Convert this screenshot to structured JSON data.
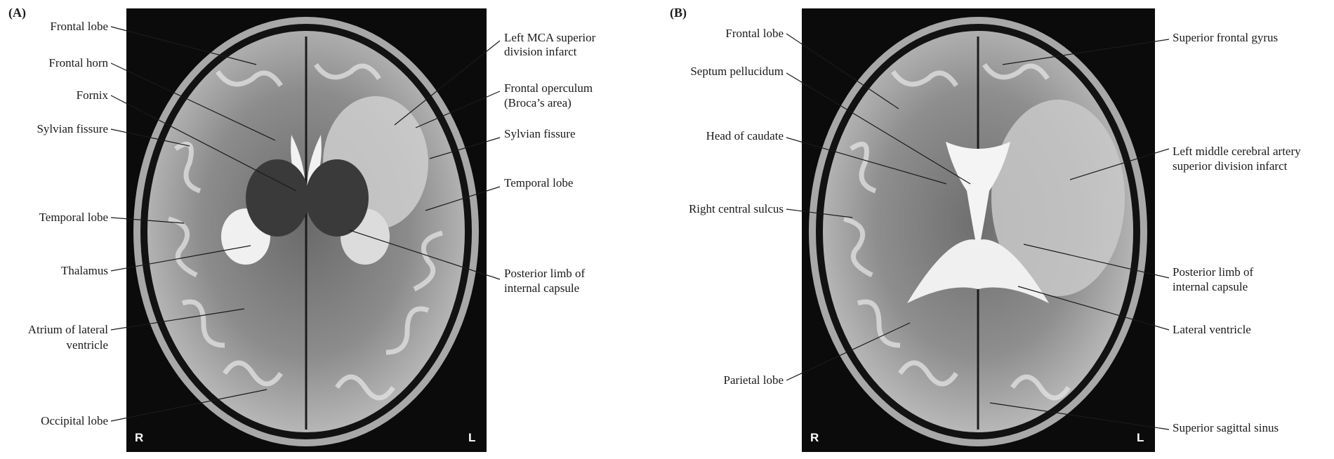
{
  "panelA": {
    "letter": "(A)",
    "side_right": "R",
    "side_left": "L",
    "labels": {
      "frontal_lobe": "Frontal lobe",
      "frontal_horn": "Frontal horn",
      "fornix": "Fornix",
      "sylvian_fissure_r": "Sylvian fissure",
      "temporal_lobe_r": "Temporal lobe",
      "thalamus": "Thalamus",
      "atrium_1": "Atrium of lateral",
      "atrium_2": "ventricle",
      "occipital_lobe": "Occipital lobe",
      "mca_1": "Left MCA superior",
      "mca_2": "division infarct",
      "operculum_1": "Frontal operculum",
      "operculum_2": "(Broca’s area)",
      "sylvian_fissure_l": "Sylvian fissure",
      "temporal_lobe_l": "Temporal lobe",
      "plic_1": "Posterior limb of",
      "plic_2": "internal capsule"
    }
  },
  "panelB": {
    "letter": "(B)",
    "side_right": "R",
    "side_left": "L",
    "labels": {
      "frontal_lobe": "Frontal lobe",
      "septum": "Septum pellucidum",
      "caudate": "Head of caudate",
      "central_sulcus": "Right central sulcus",
      "parietal_lobe": "Parietal lobe",
      "sfg": "Superior frontal gyrus",
      "infarct_1": "Left middle cerebral artery",
      "infarct_2": "superior division infarct",
      "plic_1": "Posterior limb of",
      "plic_2": "internal capsule",
      "lat_vent": "Lateral ventricle",
      "sss": "Superior sagittal sinus"
    }
  }
}
